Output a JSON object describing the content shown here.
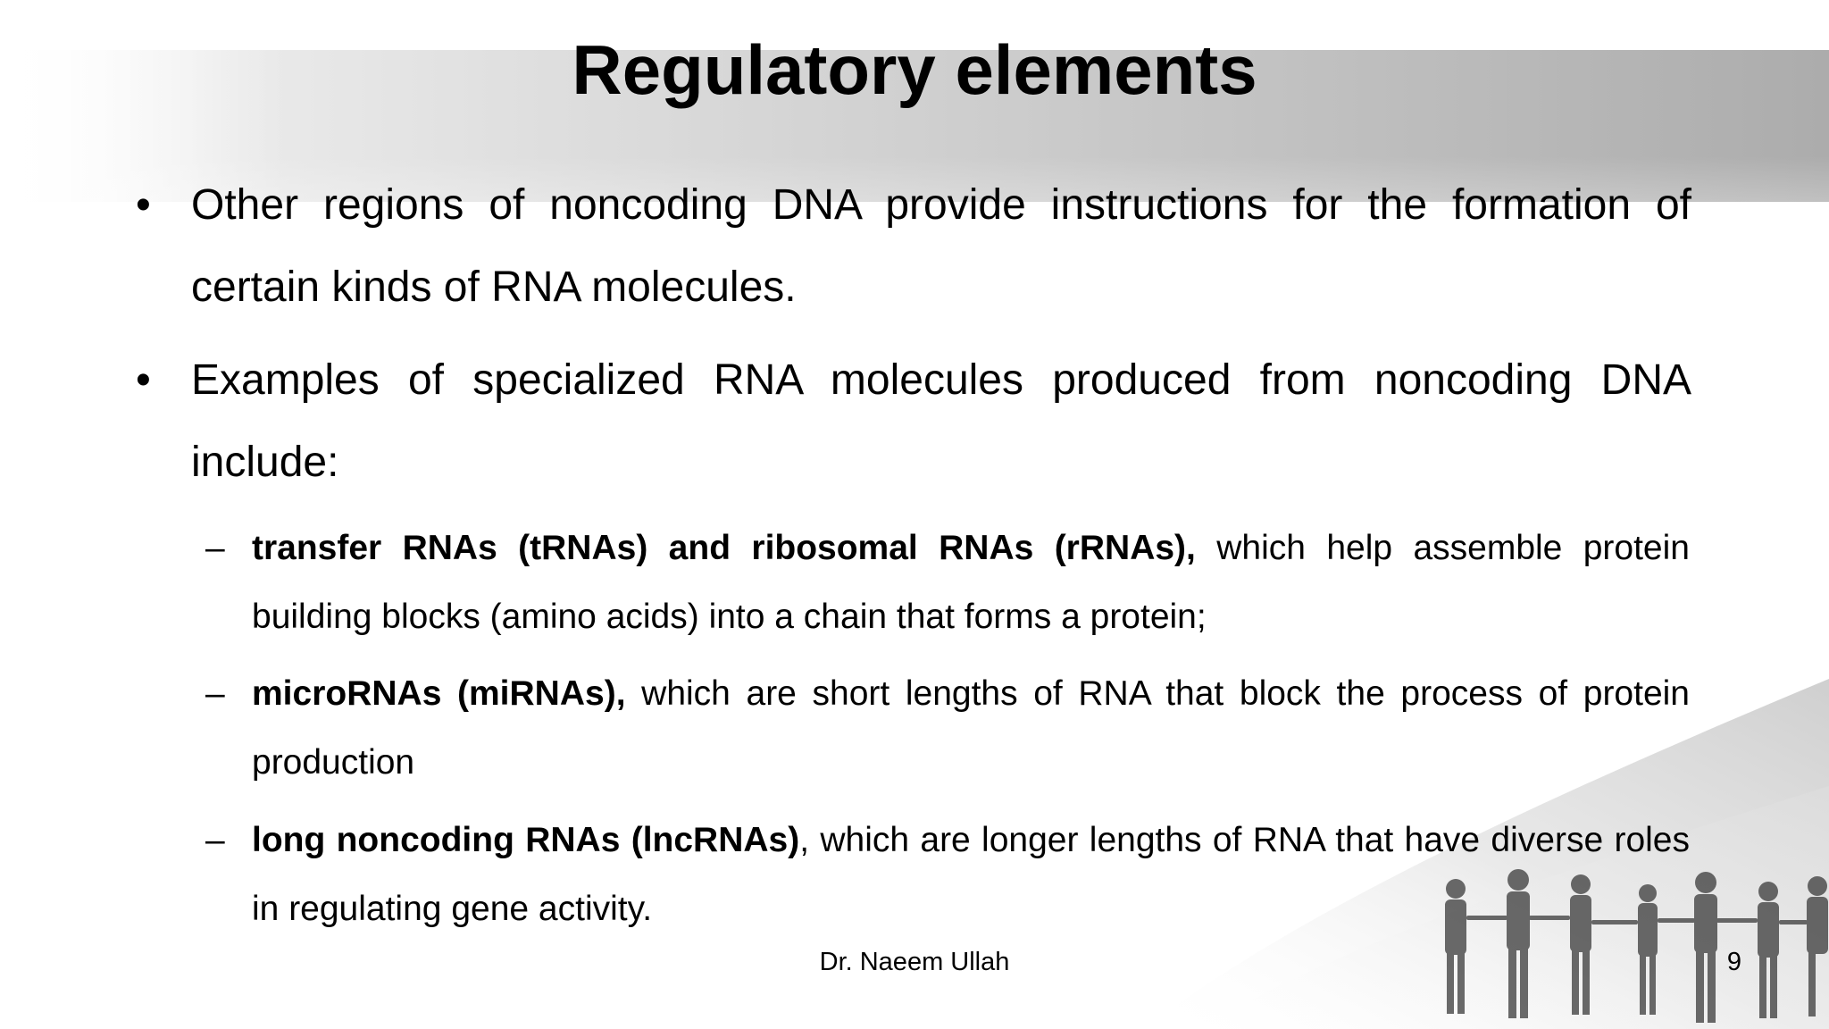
{
  "slide": {
    "title": "Regulatory elements",
    "bullets": [
      {
        "mark": "•",
        "text": "Other regions of noncoding DNA provide instructions for the formation of certain kinds of RNA molecules."
      },
      {
        "mark": "•",
        "text": "Examples of specialized RNA molecules produced from noncoding DNA include:"
      }
    ],
    "sub_bullets": [
      {
        "mark": "–",
        "bold": "transfer RNAs (tRNAs) and ribosomal RNAs (rRNAs),",
        "rest": " which help assemble protein building blocks (amino acids) into a chain that forms a protein;"
      },
      {
        "mark": "–",
        "bold": "microRNAs (miRNAs),",
        "rest": " which are short lengths of RNA that block the process of protein production"
      },
      {
        "mark": "–",
        "bold": "long noncoding RNAs (lncRNAs)",
        "rest": ", which are longer lengths of RNA that have diverse roles in regulating gene activity."
      }
    ],
    "footer": {
      "author": "Dr. Naeem Ullah",
      "page_number": "9"
    }
  },
  "colors": {
    "text": "#000000",
    "background": "#ffffff",
    "header_band": "#b0b0b0"
  },
  "decoration": {
    "header": "grey-gradient-band",
    "bottom_right": "people-holding-hands-silhouette-image"
  }
}
